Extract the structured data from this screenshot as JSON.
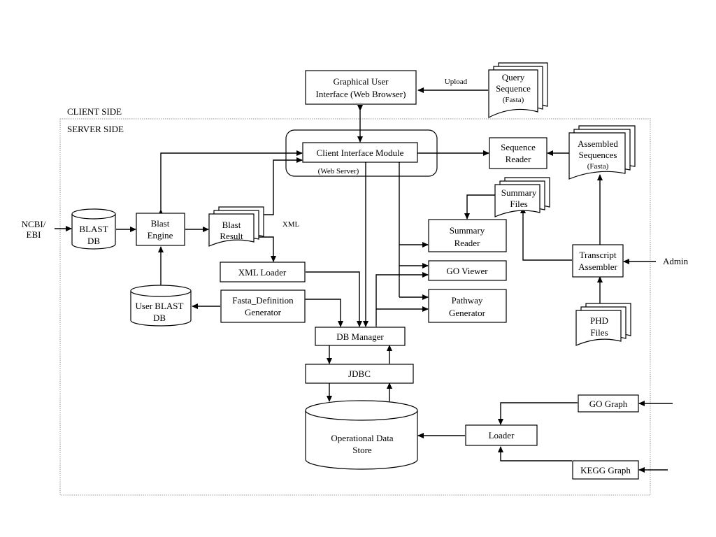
{
  "regions": {
    "client_side": "CLIENT SIDE",
    "server_side": "SERVER SIDE",
    "web_server": "(Web Server)"
  },
  "edge_labels": {
    "upload": "Upload",
    "xml": "XML",
    "admin": "Admin",
    "ncbi": "NCBI/",
    "ebi": "EBI"
  },
  "nodes": {
    "gui": {
      "line1": "Graphical User",
      "line2": "Interface (Web Browser)"
    },
    "query_sequence": {
      "line1": "Query",
      "line2": "Sequence",
      "line3": "(Fasta)"
    },
    "client_interface": {
      "label": "Client Interface Module"
    },
    "sequence_reader": {
      "line1": "Sequence",
      "line2": "Reader"
    },
    "assembled_sequences": {
      "line1": "Assembled",
      "line2": "Sequences",
      "line3": "(Fasta)"
    },
    "summary_files": {
      "line1": "Summary",
      "line2": "Files"
    },
    "blast_db": {
      "line1": "BLAST",
      "line2": "DB"
    },
    "blast_engine": {
      "line1": "Blast",
      "line2": "Engine"
    },
    "blast_result": {
      "line1": "Blast",
      "line2": "Result"
    },
    "summary_reader": {
      "line1": "Summary",
      "line2": "Reader"
    },
    "go_viewer": {
      "label": "GO Viewer"
    },
    "pathway_generator": {
      "line1": "Pathway",
      "line2": "Generator"
    },
    "transcript_assembler": {
      "line1": "Transcript",
      "line2": "Assembler"
    },
    "xml_loader": {
      "label": "XML Loader"
    },
    "fasta_def_gen": {
      "line1": "Fasta_Definition",
      "line2": "Generator"
    },
    "user_blast_db": {
      "line1": "User BLAST",
      "line2": "DB"
    },
    "phd_files": {
      "line1": "PHD",
      "line2": "Files"
    },
    "db_manager": {
      "label": "DB Manager"
    },
    "jdbc": {
      "label": "JDBC"
    },
    "ods": {
      "line1": "Operational Data",
      "line2": "Store"
    },
    "loader": {
      "label": "Loader"
    },
    "go_graph": {
      "label": "GO Graph"
    },
    "kegg_graph": {
      "label": "KEGG Graph"
    }
  }
}
